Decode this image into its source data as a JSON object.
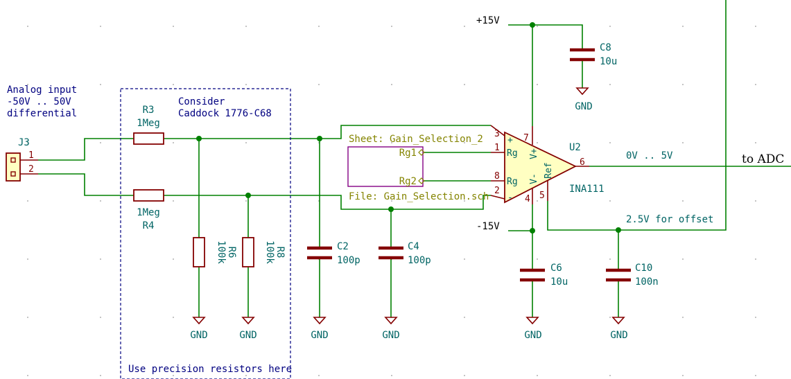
{
  "connector": {
    "ref": "J3",
    "pin1": "1",
    "pin2": "2"
  },
  "input_note": {
    "line1": "Analog input",
    "line2": "-50V .. 50V",
    "line3": "differential"
  },
  "consider_note": {
    "line1": "Consider",
    "line2": "Caddock 1776-C68"
  },
  "precision_note": "Use precision resistors here",
  "resistors": {
    "r3": {
      "ref": "R3",
      "value": "1Meg"
    },
    "r4": {
      "ref": "R4",
      "value": "1Meg"
    },
    "r6": {
      "ref": "R6",
      "value": "100k"
    },
    "r8": {
      "ref": "R8",
      "value": "100k"
    }
  },
  "capacitors": {
    "c2": {
      "ref": "C2",
      "value": "100p"
    },
    "c4": {
      "ref": "C4",
      "value": "100p"
    },
    "c6": {
      "ref": "C6",
      "value": "10u"
    },
    "c8": {
      "ref": "C8",
      "value": "10u"
    },
    "c10": {
      "ref": "C10",
      "value": "100n"
    }
  },
  "gnd_label": "GND",
  "power": {
    "pos": "+15V",
    "neg": "-15V"
  },
  "sheet": {
    "name": "Sheet: Gain_Selection_2",
    "file": "File: Gain_Selection.sch",
    "pin1": "Rg1",
    "pin2": "Rg2"
  },
  "amp": {
    "ref": "U2",
    "value": "INA111",
    "pins": {
      "plus_in": "3",
      "rg1": "1",
      "rg2": "8",
      "minus_in": "2",
      "vpos": "7",
      "vneg": "4",
      "ref": "5",
      "out": "6"
    },
    "pin_names": {
      "plus": "+",
      "minus": "-",
      "rg": "Rg",
      "vpos": "V+",
      "vneg": "V-",
      "ref": "Ref"
    }
  },
  "labels": {
    "output_range": "0V .. 5V",
    "offset": "2.5V for offset",
    "to_adc": "to ADC"
  },
  "colors": {
    "wire": "#008000",
    "component": "#840000",
    "component_fill": "#ffffc2",
    "reference": "#006464",
    "note": "#000080",
    "sheet_border": "#840084",
    "sheet_text": "#848400"
  }
}
